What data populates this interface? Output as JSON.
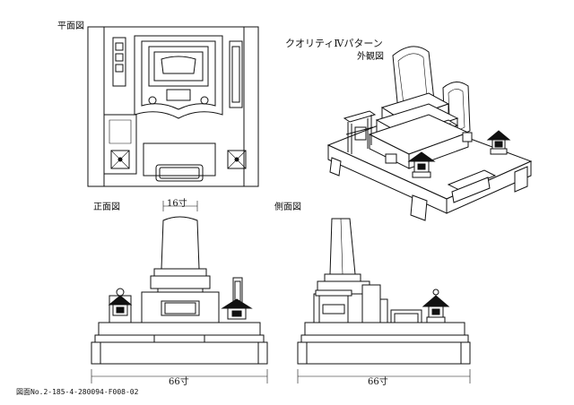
{
  "labels": {
    "plan_view": "平面図",
    "pattern_title": "クオリティⅣパターン",
    "exterior_view": "外観図",
    "front_view": "正面図",
    "side_view": "側面図"
  },
  "dimensions": {
    "front_top": "16寸",
    "front_bottom": "66寸",
    "side_bottom": "66寸"
  },
  "drawing_number": "図面No.2-185-4-280094-F008-02"
}
